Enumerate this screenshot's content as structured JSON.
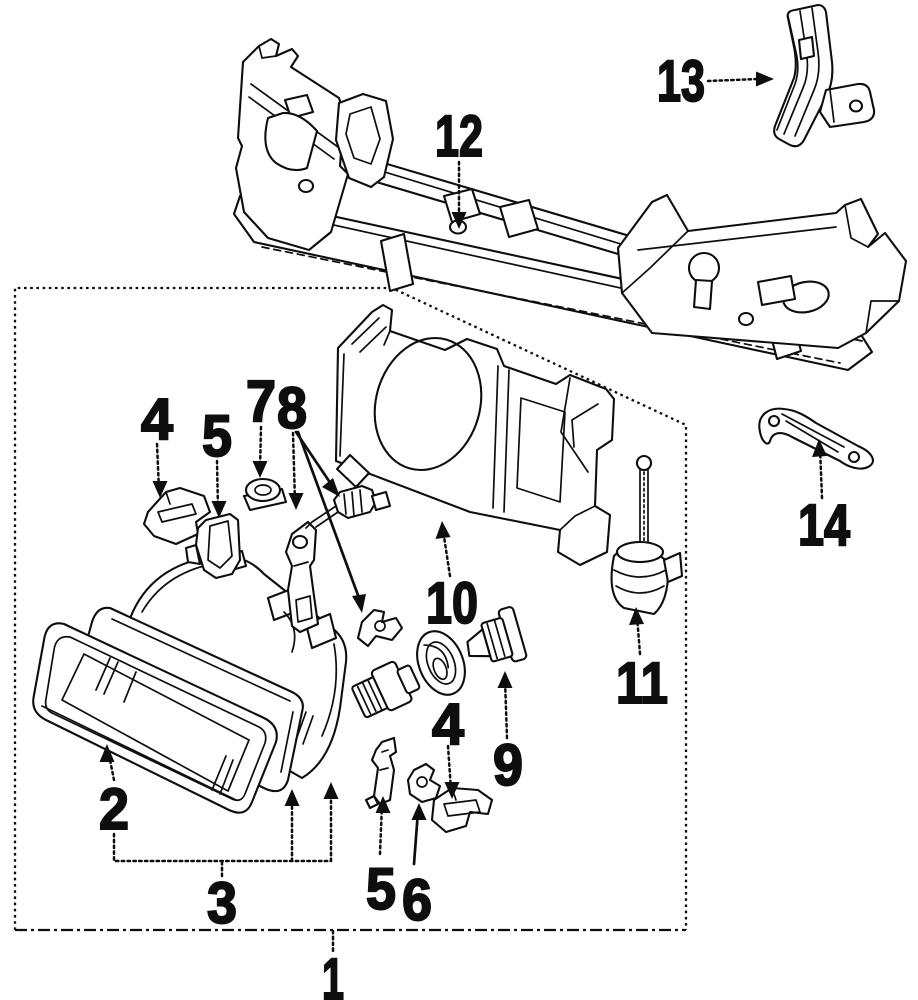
{
  "colors": {
    "ink": "#0e0e0e",
    "paper": "#ffffff"
  },
  "callouts": {
    "c1": {
      "label": "1"
    },
    "c2": {
      "label": "2"
    },
    "c3": {
      "label": "3"
    },
    "c4a": {
      "label": "4"
    },
    "c4b": {
      "label": "4"
    },
    "c5a": {
      "label": "5"
    },
    "c5b": {
      "label": "5"
    },
    "c6": {
      "label": "6"
    },
    "c7": {
      "label": "7"
    },
    "c8": {
      "label": "8"
    },
    "c9": {
      "label": "9"
    },
    "c10": {
      "label": "10"
    },
    "c11": {
      "label": "11"
    },
    "c12": {
      "label": "12"
    },
    "c13": {
      "label": "13"
    },
    "c14": {
      "label": "14"
    }
  }
}
